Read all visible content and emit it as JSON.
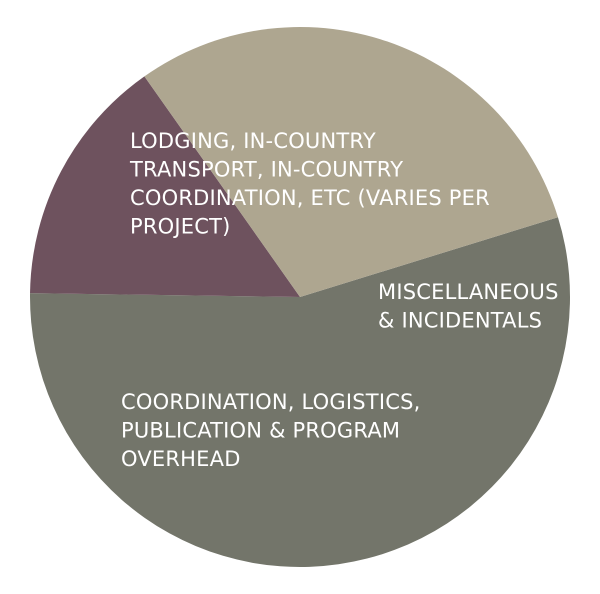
{
  "chart_data": {
    "type": "pie",
    "slices": [
      {
        "label_lines": [
          "LODGING, IN-COUNTRY",
          "TRANSPORT, IN-COUNTRY",
          "COORDINATION, ETC (VARIES PER",
          "PROJECT)"
        ],
        "value": 55,
        "color": "#73756a"
      },
      {
        "label_lines": [
          "MISCELLANEOUS",
          "& INCIDENTALS"
        ],
        "value": 15,
        "color": "#6e525e"
      },
      {
        "label_lines": [
          "COORDINATION, LOGISTICS,",
          "PUBLICATION & PROGRAM",
          "OVERHEAD"
        ],
        "value": 30,
        "color": "#aea690"
      }
    ],
    "title": "",
    "legend": "none"
  }
}
